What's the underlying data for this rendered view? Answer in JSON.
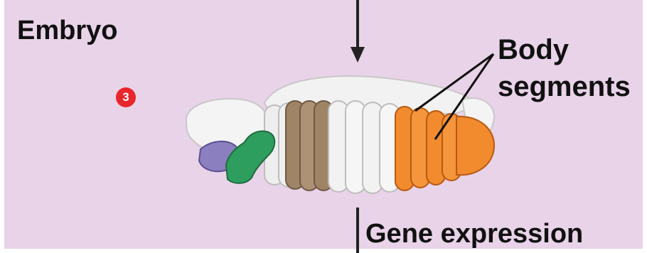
{
  "panel": {
    "title": "Embryo",
    "step_number": "3",
    "label_body_line1": "Body",
    "label_body_line2": "segments",
    "label_gene": "Gene expression"
  },
  "colors": {
    "background": "#e8d3e8",
    "anterior_segment": "#8c7fbf",
    "head_segment": "#2e9e5e",
    "thoracic_segments": "#a08466",
    "abdominal_segments": "#f28a2e",
    "unexpressed_segments": "#ececec",
    "badge": "#e8262b"
  }
}
